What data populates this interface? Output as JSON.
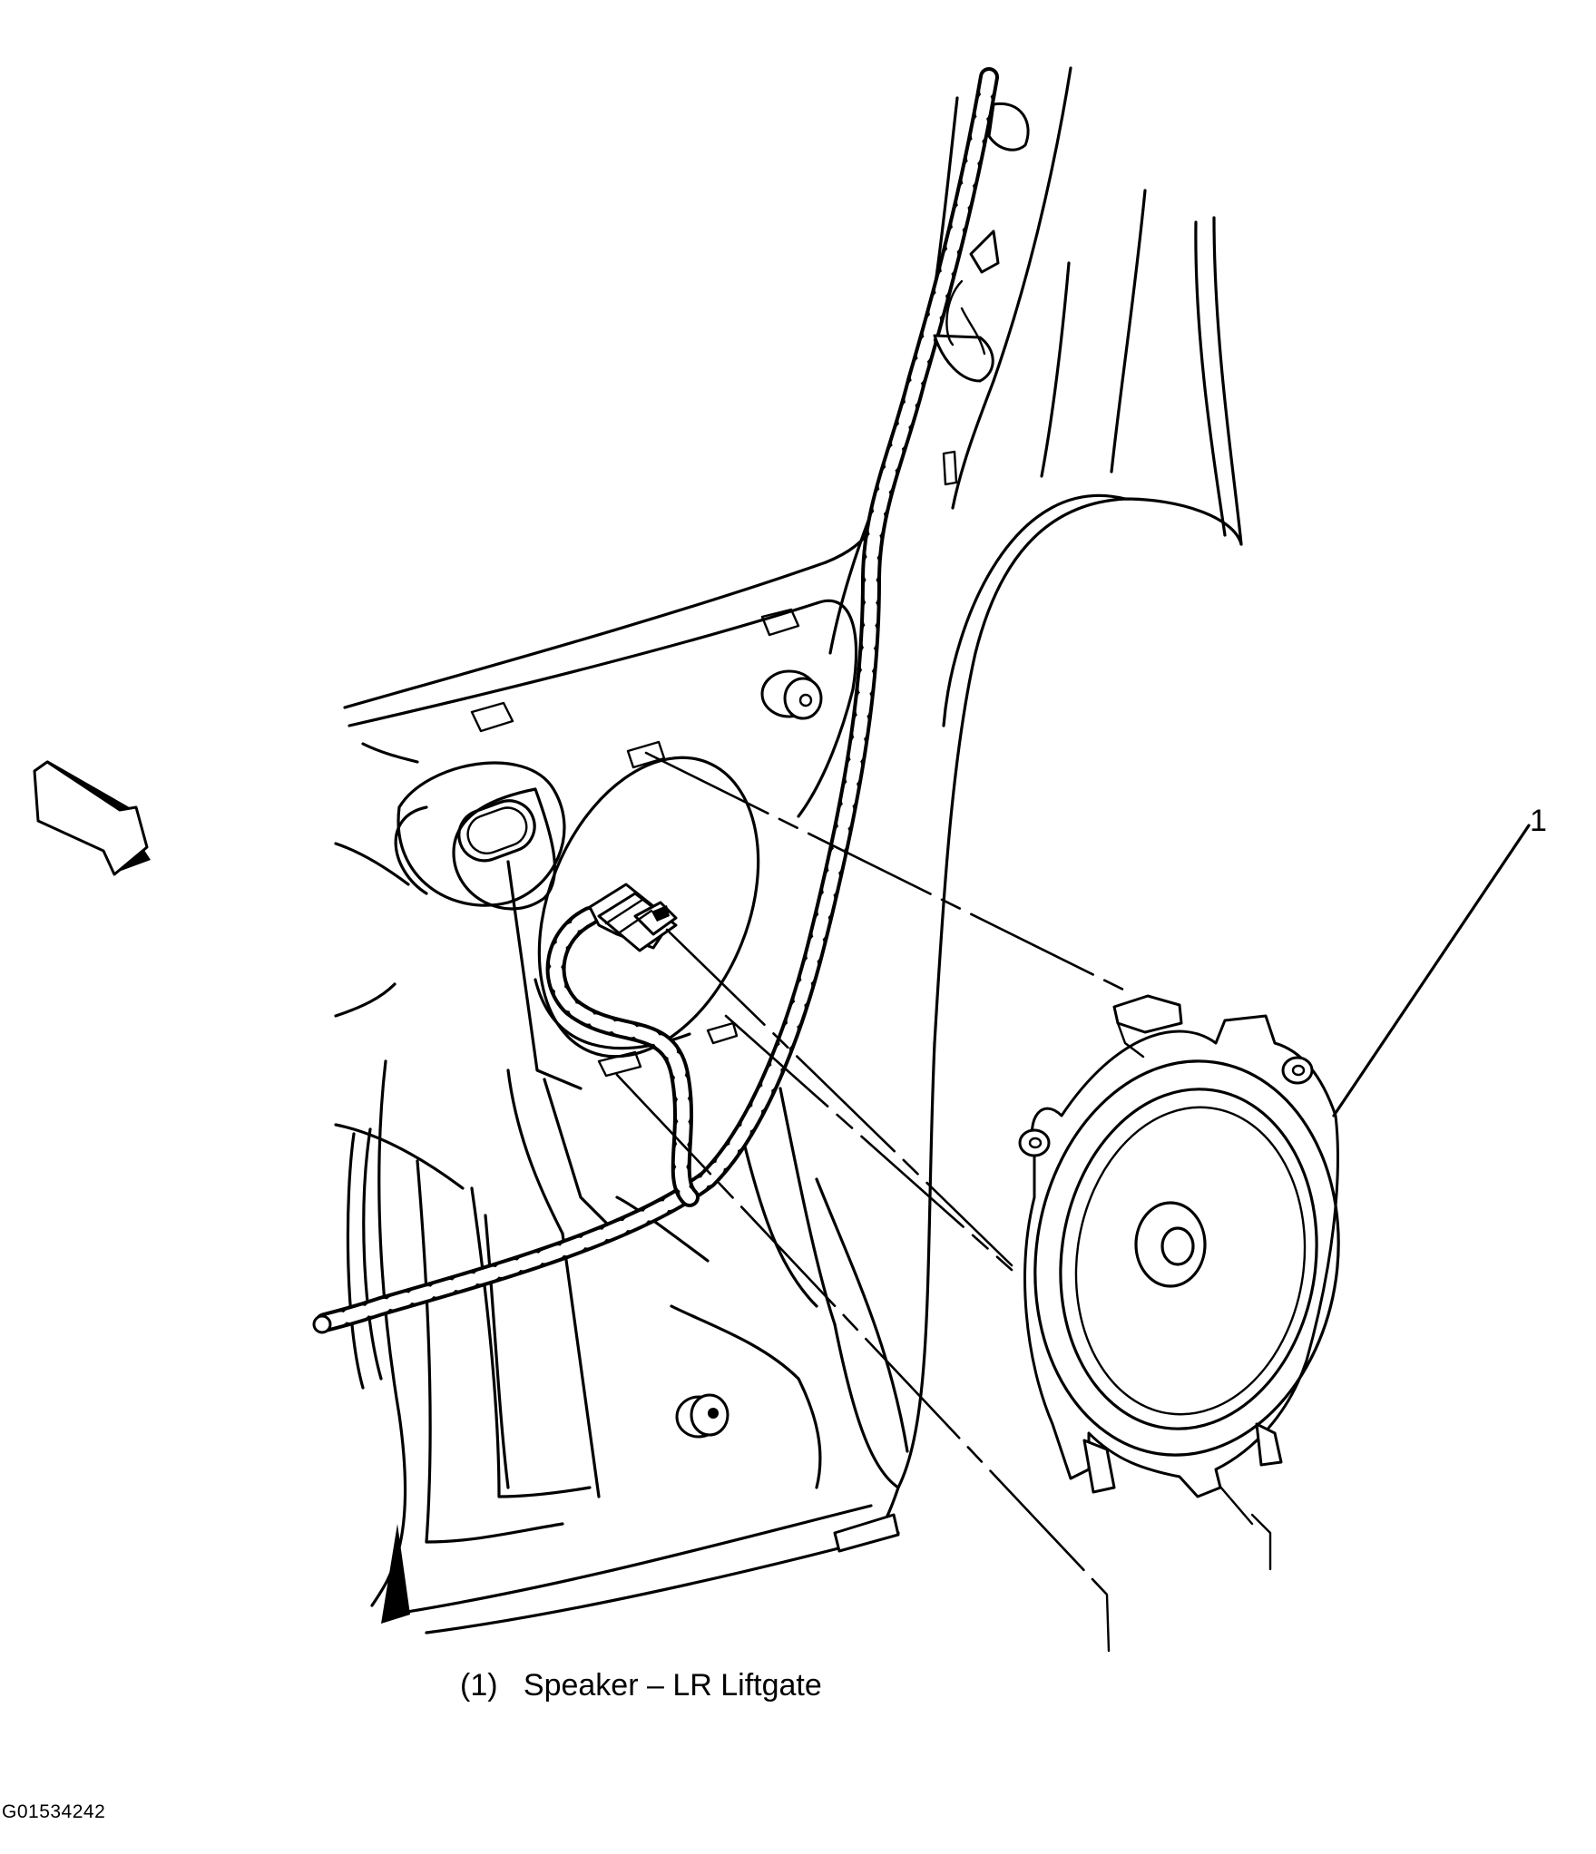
{
  "callout": {
    "number": "1"
  },
  "caption": {
    "ref": "(1)",
    "text": "Speaker – LR Liftgate"
  },
  "figure_id": "G01534242"
}
